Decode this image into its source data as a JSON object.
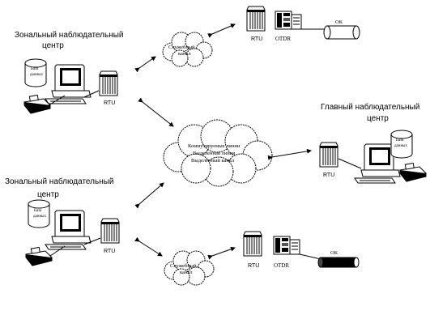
{
  "labels": {
    "zone_center_1_line1": "Зональный наблюдательный",
    "zone_center_1_line2": "центр",
    "zone_center_2_line1": "Зональный наблюдательный",
    "zone_center_2_line2": "центр",
    "main_center_line1": "Главный наблюдательный",
    "main_center_line2": "центр",
    "database": [
      "База",
      "данных"
    ],
    "rtu": "RTU",
    "otdr": "OTDR",
    "ok": "ОК",
    "service_channel": [
      "Служебный",
      "канал"
    ],
    "central_cloud": [
      "Коммутируемые линии",
      "Выделенная линия",
      "Выделенный канал"
    ]
  }
}
